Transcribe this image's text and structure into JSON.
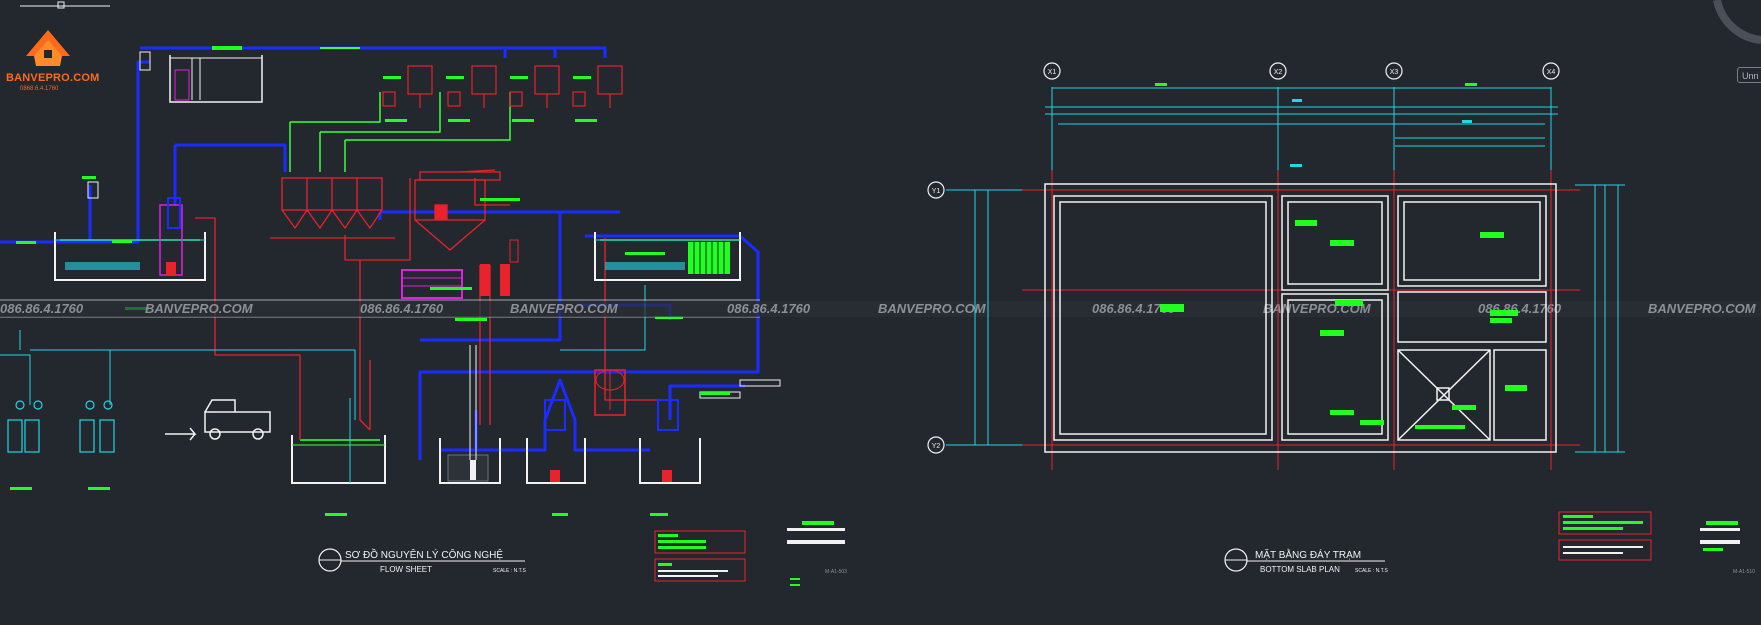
{
  "brand": {
    "name": "BANVEPRO.COM",
    "phone": "0868.6.4.1760"
  },
  "watermark": {
    "phone_text": "086.86.4.1760",
    "site_text": "BANVEPRO.COM"
  },
  "viewport_tag": "Unn",
  "flow_sheet": {
    "title": "SƠ ĐỒ NGUYÊN LÝ CÔNG NGHỆ",
    "subtitle": "FLOW SHEET",
    "scale": "SCALE : N.T.S",
    "sheet_no": "M-A1-503"
  },
  "slab_plan": {
    "title": "MẶT BẰNG ĐÁY TRẠM",
    "subtitle": "BOTTOM SLAB PLAN",
    "scale": "SCALE : N.T.S",
    "sheet_no": "M-A1-510",
    "grid_x": [
      "X1",
      "X2",
      "X3",
      "X4"
    ],
    "grid_y": [
      "Y1",
      "Y2"
    ]
  },
  "colors": {
    "background": "#23272e",
    "pipe_blue": "#1a2cff",
    "pipe_green": "#3cff3c",
    "pipe_red": "#e8232b",
    "cyan": "#22d6e6",
    "magenta": "#e020e0",
    "text_green": "#20ff20",
    "white": "#f2f2f2",
    "brand_orange": "#ff6a1a"
  }
}
